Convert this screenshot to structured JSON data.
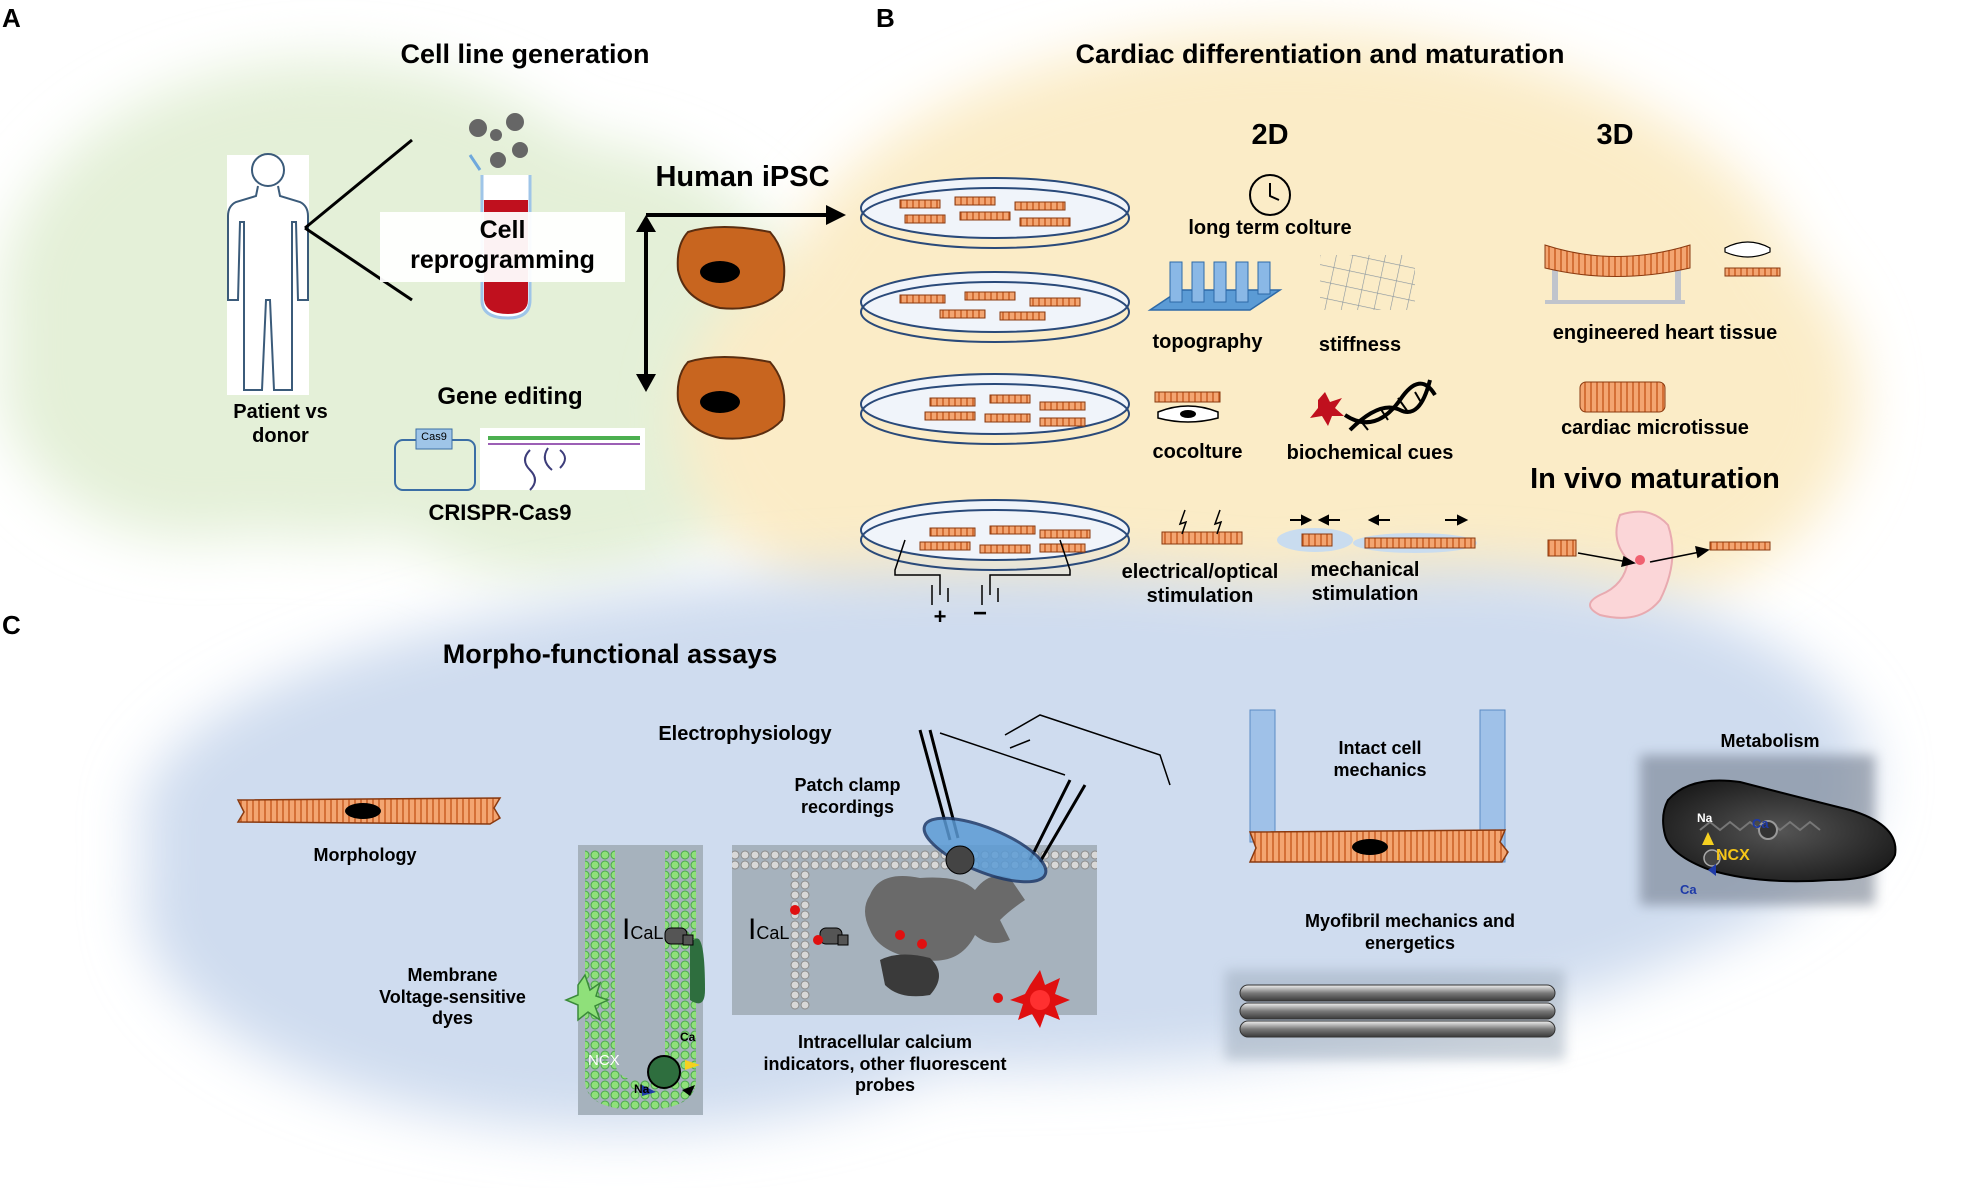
{
  "panels": {
    "a": "A",
    "b": "B",
    "c": "C"
  },
  "section_a": {
    "title": "Cell line generation",
    "patient_line1": "Patient vs",
    "patient_line2": "donor",
    "reprogramming_line1": "Cell",
    "reprogramming_line2": "reprogramming",
    "gene_editing": "Gene editing",
    "cas9_tag": "Cas9",
    "crispr": "CRISPR-Cas9",
    "ipsc": "Human iPSC"
  },
  "section_b": {
    "title": "Cardiac differentiation and maturation",
    "col_2d": "2D",
    "col_3d": "3D",
    "long_term": "long term colture",
    "topography": "topography",
    "stiffness": "stiffness",
    "coculture": "cocolture",
    "biochemical": "biochemical cues",
    "electrical_line1": "electrical/optical",
    "electrical_line2": "stimulation",
    "mechanical_line1": "mechanical",
    "mechanical_line2": "stimulation",
    "engineered": "engineered heart tissue",
    "microtissue": "cardiac microtissue",
    "in_vivo": "In vivo maturation",
    "plus": "+",
    "minus": "−"
  },
  "section_c": {
    "title": "Morpho-functional assays",
    "electrophysiology": "Electrophysiology",
    "patch_line1": "Patch clamp",
    "patch_line2": "recordings",
    "morphology": "Morphology",
    "membrane_line1": "Membrane",
    "membrane_line2": "Voltage-sensitive",
    "membrane_line3": "dyes",
    "calcium_line1": "Intracellular calcium",
    "calcium_line2": "indicators, other fluorescent",
    "calcium_line3": "probes",
    "intact_line1": "Intact cell",
    "intact_line2": "mechanics",
    "myofibril_line1": "Myofibril mechanics and",
    "myofibril_line2": "energetics",
    "metabolism": "Metabolism",
    "ical_i": "I",
    "ical_sub": "CaL",
    "ncx": "NCX",
    "ca": "Ca",
    "na": "Na"
  },
  "colors": {
    "cloud_green": "#e4f0d8",
    "cloud_yellow": "#fbecc7",
    "cloud_blue": "#cfdcef",
    "cell_orange": "#e8945a",
    "ipsc_brown": "#c8651f",
    "blood_red": "#c0101e",
    "topography_blue": "#5b9bd5",
    "membrane_green": "#8fe07a"
  }
}
